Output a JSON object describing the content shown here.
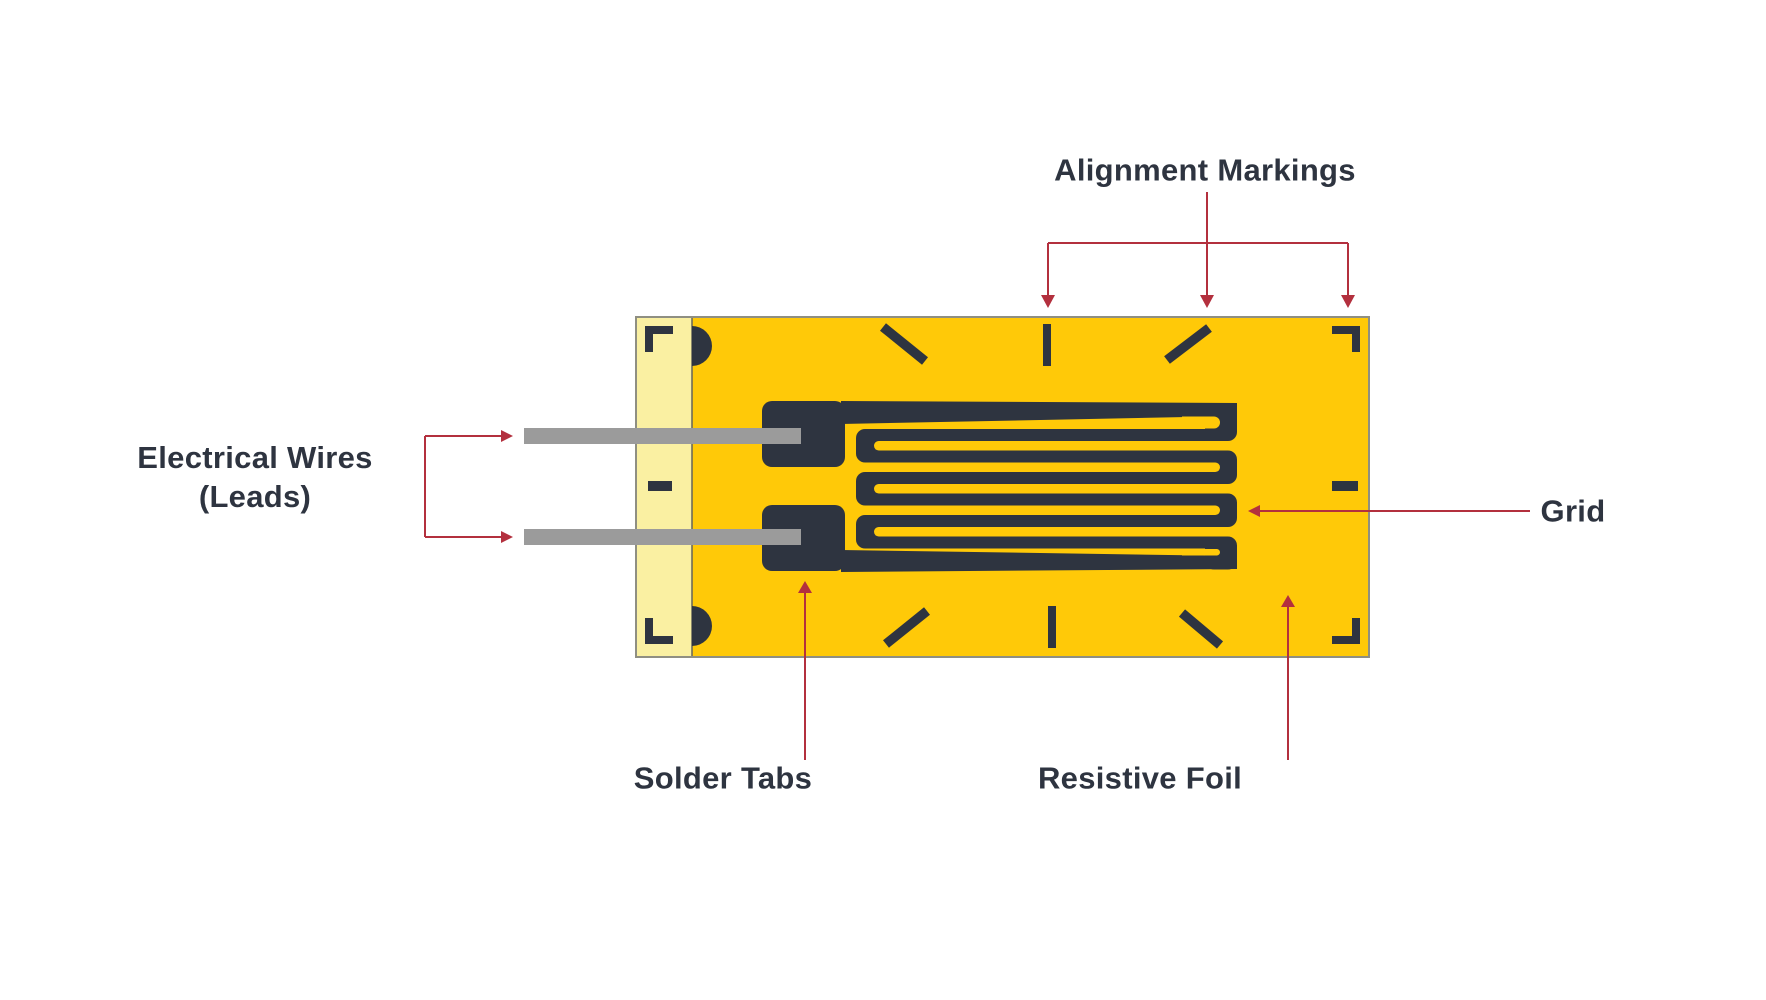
{
  "diagram": {
    "subject": "strain-gauge",
    "labels": {
      "alignment_markings": "Alignment Markings",
      "electrical_wires_line1": "Electrical Wires",
      "electrical_wires_line2": "(Leads)",
      "grid": "Grid",
      "solder_tabs": "Solder Tabs",
      "resistive_foil": "Resistive Foil"
    },
    "colors": {
      "backing_yellow": "#FFC908",
      "carrier_cream": "#FAF0A2",
      "foil_dark": "#2E3440",
      "wire_gray": "#9B9B9B",
      "annotation_red": "#B3303E",
      "label_text": "#2E3440",
      "border_gray": "#8F8F82"
    }
  }
}
